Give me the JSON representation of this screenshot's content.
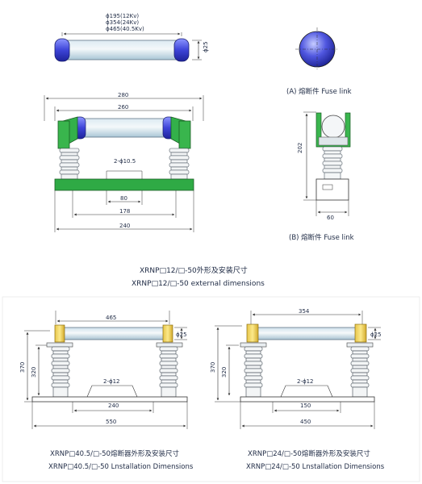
{
  "fuse_top": {
    "diameters": [
      "ϕ195(12Kv)",
      "ϕ354(24Kv)",
      "ϕ465(40.5Kv)"
    ],
    "phi": "ϕ25"
  },
  "end_view": {
    "caption_a": "(A) 熔断件 Fuse link",
    "caption_b": "(B) 熔断件 Fuse link",
    "height": "202",
    "width": "60"
  },
  "main_view": {
    "dims": [
      "280",
      "260",
      "2-ϕ10.5",
      "80",
      "178",
      "240"
    ]
  },
  "caption_top": {
    "line1": "XRNP□12/□-50外形及安装尺寸",
    "line2": "XRNP□12/□-50 external dimensions"
  },
  "left_view": {
    "dims": [
      "465",
      "ϕ25",
      "370",
      "320",
      "2-ϕ12",
      "240",
      "550"
    ],
    "caption1": "XRNP□40.5/□-50熔断器外形及安装尺寸",
    "caption2": "XRNP□40.5/□-50 Lnstallation Dimensions"
  },
  "right_view": {
    "dims": [
      "354",
      "ϕ25",
      "370",
      "320",
      "2-ϕ12",
      "150",
      "450"
    ],
    "caption1": "XRNP□24/□-50熔断器外形及安装尺寸",
    "caption2": "XRNP□24/□-50 Lnstallation Dimensions"
  }
}
